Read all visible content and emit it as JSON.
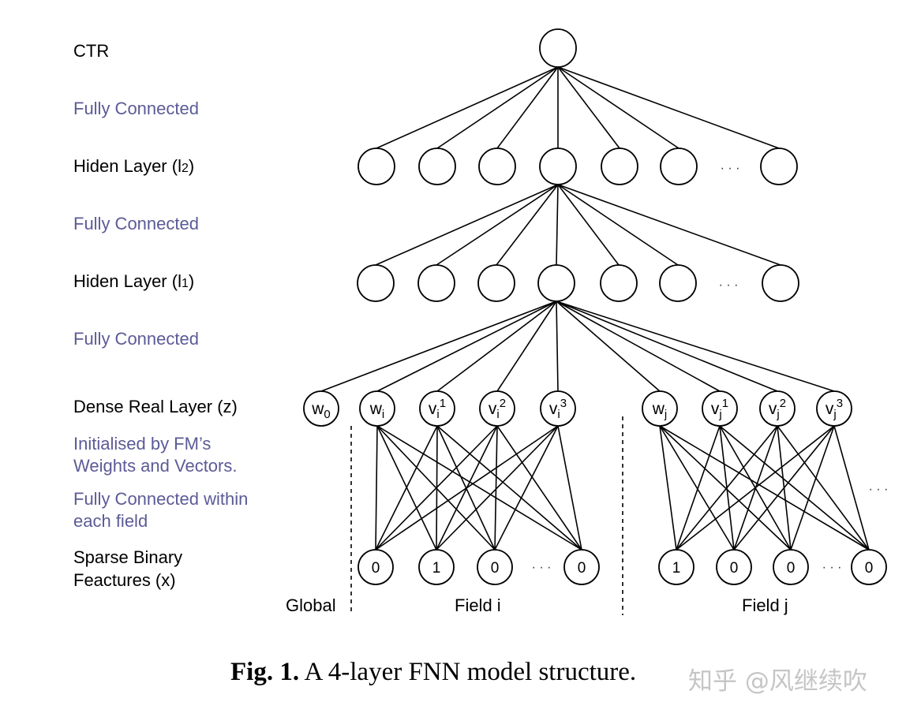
{
  "labels": {
    "ctr": "CTR",
    "fc1": "Fully Connected",
    "hidden2": "Hiden Layer (l2)",
    "fc2": "Fully Connected",
    "hidden1": "Hiden Layer (l1)",
    "fc3": "Fully Connected",
    "dense": "Dense Real Layer (z)",
    "init_line1": "Initialised by FM’s",
    "init_line2": "Weights and Vectors.",
    "fcfield_line1": "Fully Connected within",
    "fcfield_line2": "each field",
    "sparse_line1": "Sparse Binary",
    "sparse_line2": "Feactures (x)"
  },
  "groups": {
    "global": "Global",
    "field_i": "Field i",
    "field_j": "Field j"
  },
  "ellipsis": "· · ·",
  "dense_nodes": {
    "global": [
      "w0"
    ],
    "field_i": [
      "wi",
      "vi1",
      "vi2",
      "vi3"
    ],
    "field_j": [
      "wj",
      "vj1",
      "vj2",
      "vj3"
    ]
  },
  "sparse_nodes": {
    "field_i": [
      "0",
      "1",
      "0",
      "0"
    ],
    "field_j": [
      "1",
      "0",
      "0",
      "0"
    ]
  },
  "hidden_layer_nodes_visible": 7,
  "colors": {
    "annotation": "#5b5b97",
    "stroke": "#000000"
  },
  "caption": {
    "prefix": "Fig. 1.",
    "text": " A 4-layer FNN model structure."
  },
  "watermark": "知乎 @风继续吹"
}
